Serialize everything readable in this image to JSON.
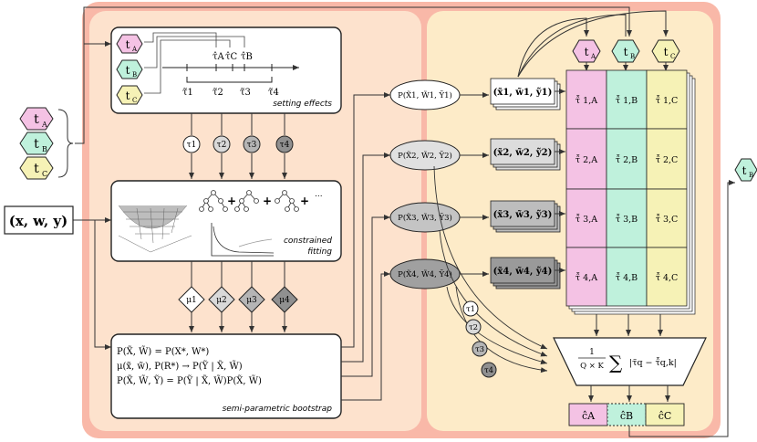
{
  "treatments": {
    "a": "t",
    "a_sub": "A",
    "b": "t",
    "b_sub": "B",
    "c": "t",
    "c_sub": "C",
    "colors": {
      "A": "#f4c2e4",
      "B": "#bff1dc",
      "C": "#f6f2b6"
    }
  },
  "input_data": "(x, w, y)",
  "setting_effects": {
    "caption": "setting effects",
    "top_labels": [
      "τ̂A",
      "τ̂C",
      "τ̂B"
    ],
    "tau_labels": [
      "τ̃1",
      "τ̃2",
      "τ̃3",
      "τ̃4"
    ]
  },
  "tau_nodes": [
    "τ1",
    "τ2",
    "τ3",
    "τ4"
  ],
  "constrained_fitting": {
    "caption_line1": "constrained",
    "caption_line2": "fitting",
    "ellipsis": "..."
  },
  "mu_nodes": [
    "μ1",
    "μ2",
    "μ3",
    "μ4"
  ],
  "bootstrap": {
    "line1": "P(X̃, W̃) = P(X*, W*)",
    "line2": "μ(x̃, w̃), P(R*) → P(Ỹ | X̃, W̃)",
    "line3": "P(X̃, W̃, Ỹ) = P(Ỹ | X̃, W̃)P(X̃, W̃)",
    "caption": "semi-parametric bootstrap"
  },
  "distributions": [
    "P(X̃1, W̃1, Ỹ1)",
    "P(X̃2, W̃2, Ỹ2)",
    "P(X̃3, W̃3, Ỹ3)",
    "P(X̃4, W̃4, Ỹ4)"
  ],
  "datasets": [
    "(x̃1, w̃1, ỹ1)",
    "(x̃2, w̃2, ỹ2)",
    "(x̃3, w̃3, ỹ3)",
    "(x̃4, w̃4, ỹ4)"
  ],
  "grid": [
    [
      "τ̂̃ 1,A",
      "τ̂̃ 1,B",
      "τ̂̃ 1,C"
    ],
    [
      "τ̂̃ 2,A",
      "τ̂̃ 2,B",
      "τ̂̃ 2,C"
    ],
    [
      "τ̂̃ 3,A",
      "τ̂̃ 3,B",
      "τ̂̃ 3,C"
    ],
    [
      "τ̂̃ 4,A",
      "τ̂̃ 4,B",
      "τ̂̃ 4,C"
    ]
  ],
  "error_formula": {
    "frac_top": "1",
    "frac_bottom": "Q × K",
    "sum": "∑",
    "body": "|τ̃q − τ̂̃q,k|"
  },
  "errors": [
    "ĉA",
    "ĉB",
    "ĉC"
  ],
  "selected_output": {
    "t": "t",
    "sub": "B"
  }
}
